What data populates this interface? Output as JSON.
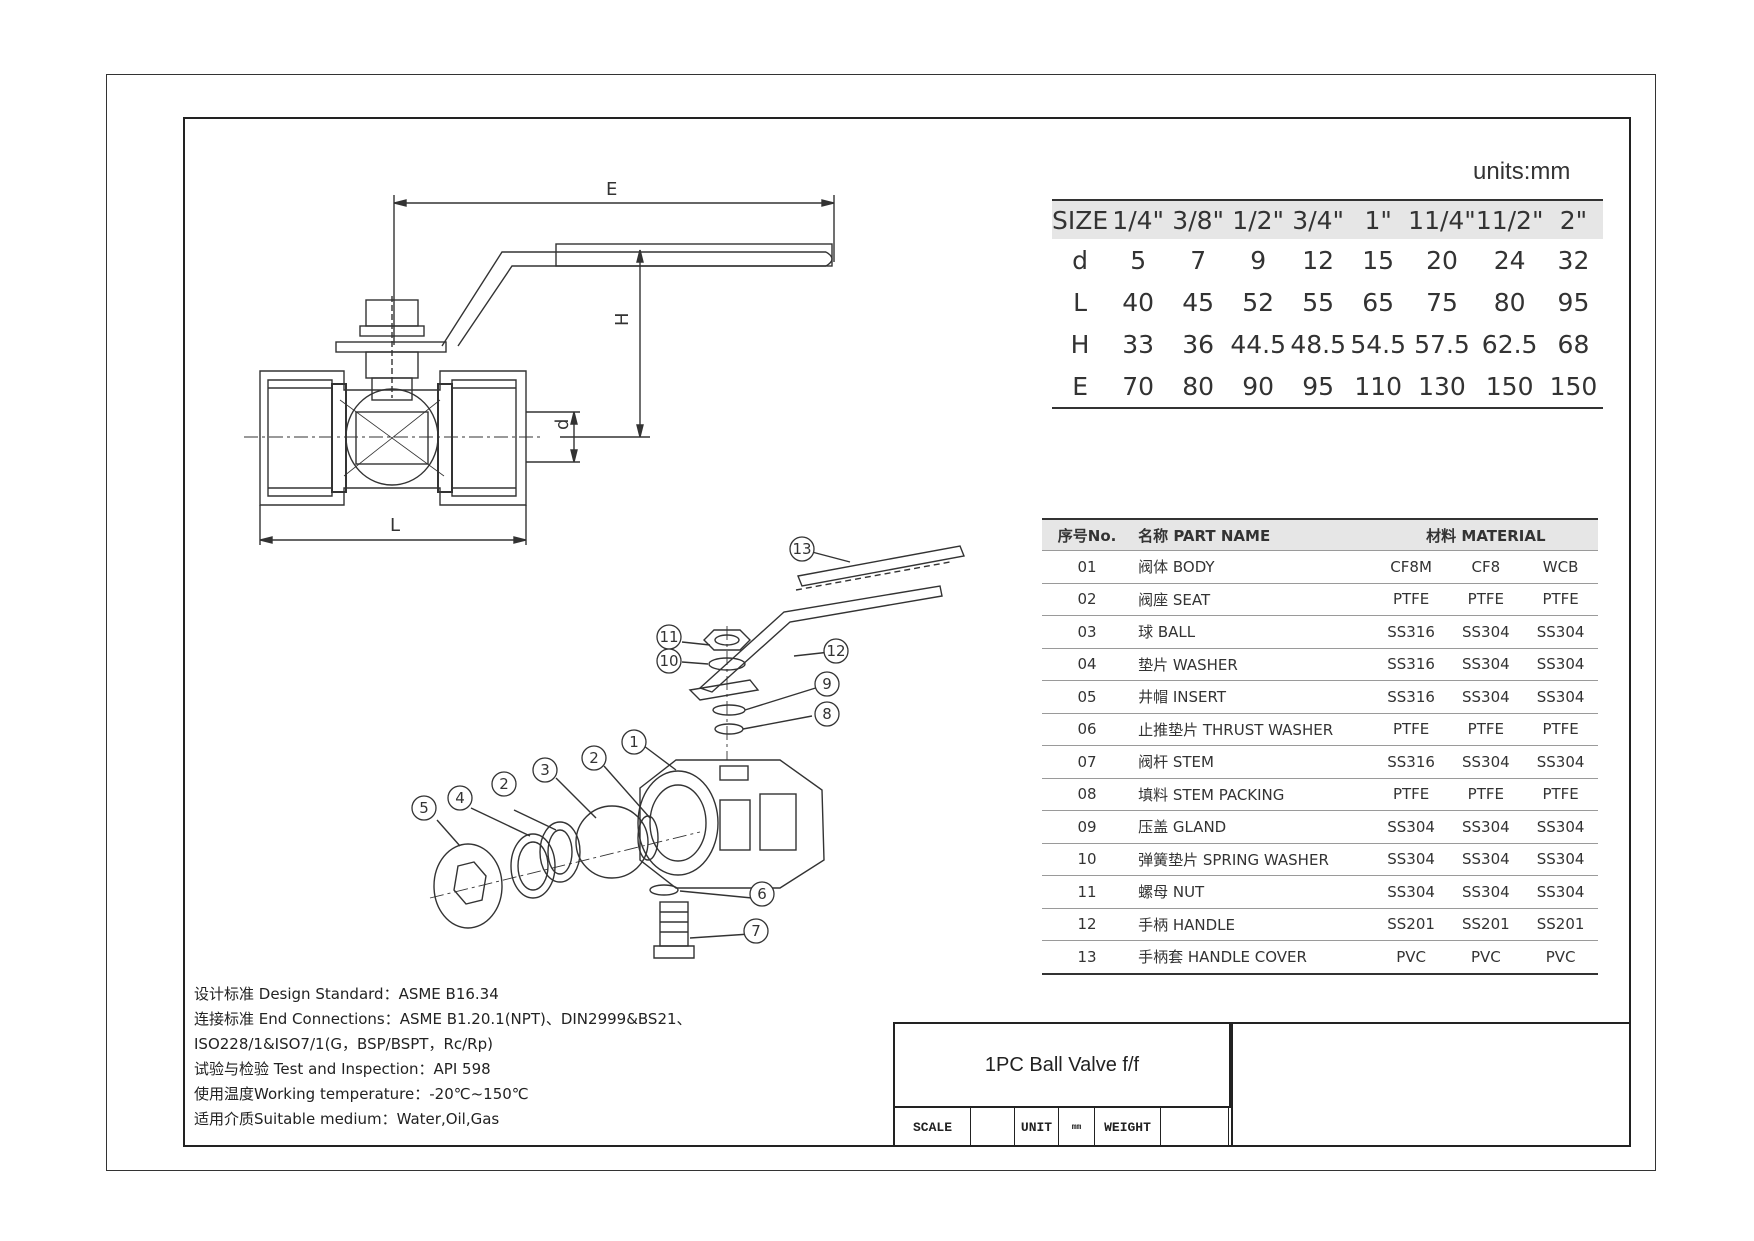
{
  "drawing": {
    "labels": {
      "E": "E",
      "H": "H",
      "d": "d",
      "L": "L"
    },
    "balloons": [
      "1",
      "2",
      "2",
      "3",
      "4",
      "5",
      "6",
      "7",
      "8",
      "9",
      "10",
      "11",
      "12",
      "13"
    ]
  },
  "size_table": {
    "units": "units:mm",
    "header": "SIZE",
    "sizes": [
      "1/4\"",
      "3/8\"",
      "1/2\"",
      "3/4\"",
      "1\"",
      "11/4\"",
      "11/2\"",
      "2\""
    ],
    "rows": [
      {
        "label": "d",
        "values": [
          "5",
          "7",
          "9",
          "12",
          "15",
          "20",
          "24",
          "32"
        ]
      },
      {
        "label": "L",
        "values": [
          "40",
          "45",
          "52",
          "55",
          "65",
          "75",
          "80",
          "95"
        ]
      },
      {
        "label": "H",
        "values": [
          "33",
          "36",
          "44.5",
          "48.5",
          "54.5",
          "57.5",
          "62.5",
          "68"
        ]
      },
      {
        "label": "E",
        "values": [
          "70",
          "80",
          "90",
          "95",
          "110",
          "130",
          "150",
          "150"
        ]
      }
    ]
  },
  "parts_table": {
    "headers": {
      "no": "序号No.",
      "name": "名称 PART NAME",
      "material": "材料 MATERIAL"
    },
    "rows": [
      {
        "no": "01",
        "name": "阀体 BODY",
        "m1": "CF8M",
        "m2": "CF8",
        "m3": "WCB"
      },
      {
        "no": "02",
        "name": "阀座 SEAT",
        "m1": "PTFE",
        "m2": "PTFE",
        "m3": "PTFE"
      },
      {
        "no": "03",
        "name": "球 BALL",
        "m1": "SS316",
        "m2": "SS304",
        "m3": "SS304"
      },
      {
        "no": "04",
        "name": "垫片 WASHER",
        "m1": "SS316",
        "m2": "SS304",
        "m3": "SS304"
      },
      {
        "no": "05",
        "name": "井帽 INSERT",
        "m1": "SS316",
        "m2": "SS304",
        "m3": "SS304"
      },
      {
        "no": "06",
        "name": "止推垫片 THRUST WASHER",
        "m1": "PTFE",
        "m2": "PTFE",
        "m3": "PTFE"
      },
      {
        "no": "07",
        "name": "阀杆 STEM",
        "m1": "SS316",
        "m2": "SS304",
        "m3": "SS304"
      },
      {
        "no": "08",
        "name": "填料 STEM PACKING",
        "m1": "PTFE",
        "m2": "PTFE",
        "m3": "PTFE"
      },
      {
        "no": "09",
        "name": "压盖 GLAND",
        "m1": "SS304",
        "m2": "SS304",
        "m3": "SS304"
      },
      {
        "no": "10",
        "name": "弹簧垫片 SPRING WASHER",
        "m1": "SS304",
        "m2": "SS304",
        "m3": "SS304"
      },
      {
        "no": "11",
        "name": "螺母 NUT",
        "m1": "SS304",
        "m2": "SS304",
        "m3": "SS304"
      },
      {
        "no": "12",
        "name": "手柄 HANDLE",
        "m1": "SS201",
        "m2": "SS201",
        "m3": "SS201"
      },
      {
        "no": "13",
        "name": "手柄套 HANDLE COVER",
        "m1": "PVC",
        "m2": "PVC",
        "m3": "PVC"
      }
    ]
  },
  "standards": [
    "设计标准 Design Standard：ASME B16.34",
    "连接标准 End Connections：ASME B1.20.1(NPT)、DIN2999&BS21、",
    "ISO228/1&ISO7/1(G，BSP/BSPT，Rc/Rp)",
    "试验与检验 Test and Inspection：API 598",
    "使用温度Working temperature：-20℃~150℃",
    "适用介质Suitable medium：Water,Oil,Gas"
  ],
  "title_block": {
    "title": "1PC Ball Valve f/f",
    "scale_label": "SCALE",
    "scale_value": "",
    "unit_label": "UNIT",
    "unit_value": "mm",
    "weight_label": "WEIGHT",
    "weight_value": ""
  }
}
